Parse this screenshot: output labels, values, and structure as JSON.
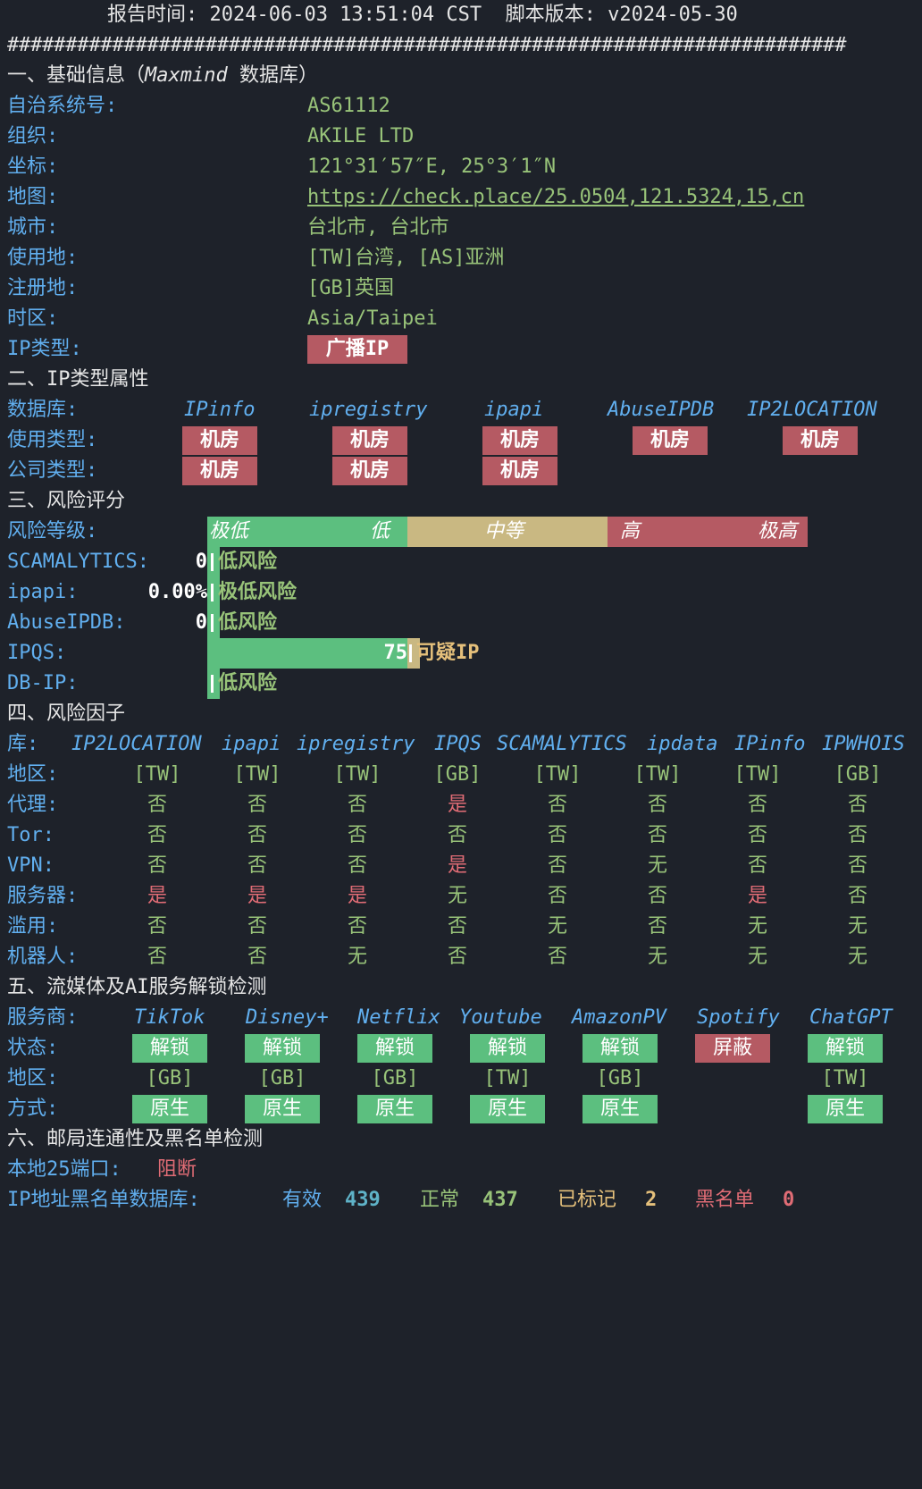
{
  "header": {
    "report_time": "报告时间: 2024-06-03 13:51:04 CST  脚本版本: v2024-05-30",
    "divider": "########################################################################"
  },
  "sec1": {
    "title_prefix": "一、基础信息（",
    "title_italic": "Maxmind",
    "title_suffix": " 数据库）",
    "rows": [
      {
        "label": "自治系统号:",
        "value": "AS61112"
      },
      {
        "label": "组织:",
        "value": "AKILE LTD"
      },
      {
        "label": "坐标:",
        "value": "121°31′57″E, 25°3′1″N"
      },
      {
        "label": "地图:",
        "value": "https://check.place/25.0504,121.5324,15,cn"
      },
      {
        "label": "城市:",
        "value": "台北市, 台北市"
      },
      {
        "label": "使用地:",
        "value": "[TW]台湾, [AS]亚洲"
      },
      {
        "label": "注册地:",
        "value": "[GB]英国"
      },
      {
        "label": "时区:",
        "value": "Asia/Taipei"
      }
    ],
    "ip_type_label": "IP类型:",
    "ip_type_value": "广播IP"
  },
  "sec2": {
    "title": "二、IP类型属性",
    "db_label": "数据库:",
    "dbs": [
      "IPinfo",
      "ipregistry",
      "ipapi",
      "AbuseIPDB",
      "IP2LOCATION"
    ],
    "usage_label": "使用类型:",
    "usage": [
      "机房",
      "机房",
      "机房",
      "机房",
      "机房"
    ],
    "company_label": "公司类型:",
    "company": [
      "机房",
      "机房",
      "机房"
    ]
  },
  "sec3": {
    "title": "三、风险评分",
    "level_label": "风险等级:",
    "levels": {
      "very_low": "极低",
      "low": "低",
      "mid": "中等",
      "high": "高",
      "very_high": "极高"
    },
    "scores": [
      {
        "label": "SCAMALYTICS:",
        "score": "0",
        "verdict": "低风险",
        "level": 0
      },
      {
        "label": "ipapi:",
        "score": "0.00%",
        "verdict": "极低风险",
        "level": 0
      },
      {
        "label": "AbuseIPDB:",
        "score": "0",
        "verdict": "低风险",
        "level": 0
      },
      {
        "label": "IPQS:",
        "score": "75",
        "verdict": "可疑IP",
        "level": 75
      },
      {
        "label": "DB-IP:",
        "score": "",
        "verdict": "低风险",
        "level": 0
      }
    ]
  },
  "sec4": {
    "title": "四、风险因子",
    "lib_label": "库:",
    "libs": [
      "IP2LOCATION",
      "ipapi",
      "ipregistry",
      "IPQS",
      "SCAMALYTICS",
      "ipdata",
      "IPinfo",
      "IPWHOIS"
    ],
    "rows": [
      {
        "label": "地区:",
        "cells": [
          "[TW]",
          "[TW]",
          "[TW]",
          "[GB]",
          "[TW]",
          "[TW]",
          "[TW]",
          "[GB]"
        ]
      },
      {
        "label": "代理:",
        "cells": [
          "否",
          "否",
          "否",
          "是",
          "否",
          "否",
          "否",
          "否"
        ]
      },
      {
        "label": "Tor:",
        "cells": [
          "否",
          "否",
          "否",
          "否",
          "否",
          "否",
          "否",
          "否"
        ]
      },
      {
        "label": "VPN:",
        "cells": [
          "否",
          "否",
          "否",
          "是",
          "否",
          "无",
          "否",
          "否"
        ]
      },
      {
        "label": "服务器:",
        "cells": [
          "是",
          "是",
          "是",
          "无",
          "否",
          "否",
          "是",
          "否"
        ]
      },
      {
        "label": "滥用:",
        "cells": [
          "否",
          "否",
          "否",
          "否",
          "无",
          "否",
          "无",
          "无"
        ]
      },
      {
        "label": "机器人:",
        "cells": [
          "否",
          "否",
          "无",
          "否",
          "否",
          "无",
          "无",
          "无"
        ]
      }
    ]
  },
  "sec5": {
    "title": "五、流媒体及AI服务解锁检测",
    "svc_label": "服务商:",
    "services": [
      "TikTok",
      "Disney+",
      "Netflix",
      "Youtube",
      "AmazonPV",
      "Spotify",
      "ChatGPT"
    ],
    "status_label": "状态:",
    "status": [
      "解锁",
      "解锁",
      "解锁",
      "解锁",
      "解锁",
      "屏蔽",
      "解锁"
    ],
    "region_label": "地区:",
    "region": [
      "[GB]",
      "[GB]",
      "[GB]",
      "[TW]",
      "[GB]",
      "",
      "[TW]"
    ],
    "method_label": "方式:",
    "method": [
      "原生",
      "原生",
      "原生",
      "原生",
      "原生",
      "",
      "原生"
    ]
  },
  "sec6": {
    "title": "六、邮局连通性及黑名单检测",
    "port_label": "本地25端口:",
    "port_value": "阻断",
    "bl_label": "IP地址黑名单数据库:",
    "valid_label": "有效",
    "valid": "439",
    "normal_label": "正常",
    "normal": "437",
    "marked_label": "已标记",
    "marked": "2",
    "black_label": "黑名单",
    "black": "0"
  },
  "colors": {
    "bg": "#1e222a",
    "blue": "#61afef",
    "green": "#98c379",
    "red": "#e06c75",
    "badge_red": "#b55a63",
    "badge_green": "#5cbf7f",
    "yellow": "#e5c07b",
    "bar_mid": "#c9b882"
  }
}
